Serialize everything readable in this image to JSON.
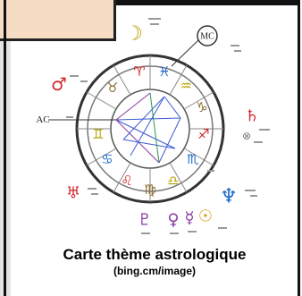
{
  "caption": {
    "title": "Carte thème astrologique",
    "source": "(bing.cm/image)"
  },
  "chart_labels": {
    "asc": "AC",
    "mc": "MC"
  },
  "colors": {
    "fire": "#d6262a",
    "earth": "#8a6a2a",
    "air": "#b8a000",
    "water": "#1a66c8",
    "aspect_blue": "#3b5bd6",
    "aspect_purple": "#8a3aa0",
    "aspect_green": "#2a9a4a",
    "note_bg": "#f7dcc4"
  },
  "zodiac_icons": [
    "aries-icon",
    "taurus-icon",
    "gemini-icon",
    "cancer-icon",
    "leo-icon",
    "virgo-icon",
    "libra-icon",
    "scorpio-icon",
    "sagittarius-icon",
    "capricorn-icon",
    "aquarius-icon",
    "pisces-icon"
  ]
}
